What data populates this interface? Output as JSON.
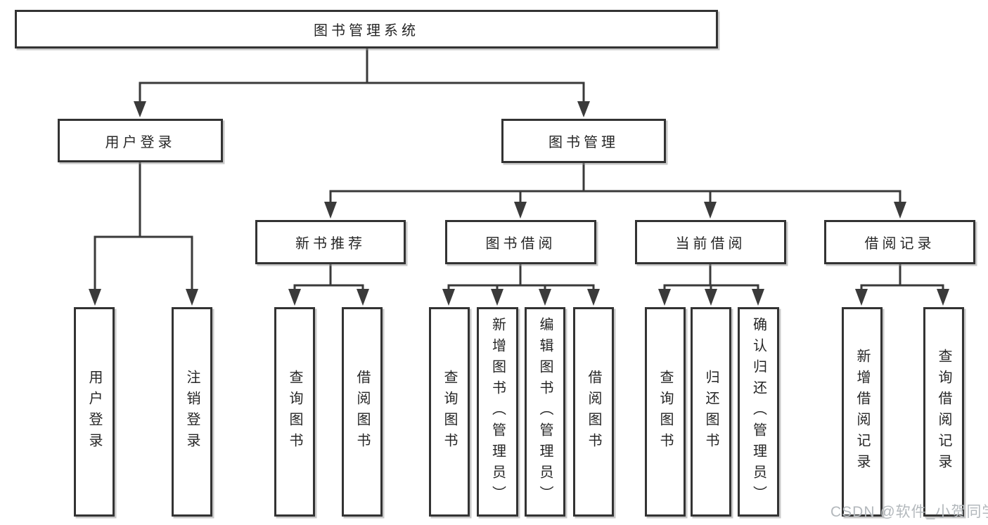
{
  "root": {
    "label": "图书管理系统"
  },
  "login_branch": {
    "label": "用户登录",
    "children": [
      {
        "label": "用户登录"
      },
      {
        "label": "注销登录"
      }
    ]
  },
  "management_branch": {
    "label": "图书管理"
  },
  "modules": [
    {
      "label": "新书推荐",
      "children": [
        {
          "label": "查询图书"
        },
        {
          "label": "借阅图书"
        }
      ]
    },
    {
      "label": "图书借阅",
      "children": [
        {
          "label": "查询图书"
        },
        {
          "label": "新增图书（管理员）"
        },
        {
          "label": "编辑图书（管理员）"
        },
        {
          "label": "借阅图书"
        }
      ]
    },
    {
      "label": "当前借阅",
      "children": [
        {
          "label": "查询图书"
        },
        {
          "label": "归还图书"
        },
        {
          "label": "确认归还（管理员）"
        }
      ]
    },
    {
      "label": "借阅记录",
      "children": [
        {
          "label": "新增借阅记录"
        },
        {
          "label": "查询借阅记录"
        }
      ]
    }
  ],
  "watermark": {
    "text": "CSDN @软件_小贺同学"
  },
  "colors": {
    "line": "#3a3a3a",
    "border": "#333333",
    "text": "#262626",
    "watermark": "#b3b8bc",
    "background": "#ffffff"
  }
}
